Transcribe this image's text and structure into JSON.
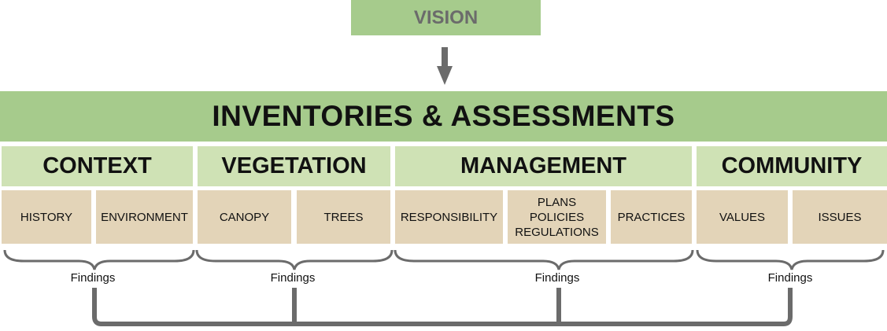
{
  "vision": "VISION",
  "title": "INVENTORIES & ASSESSMENTS",
  "categories": [
    "CONTEXT",
    "VEGETATION",
    "MANAGEMENT",
    "COMMUNITY"
  ],
  "subitems": {
    "context": [
      "HISTORY",
      "ENVIRONMENT"
    ],
    "vegetation": [
      "CANOPY",
      "TREES"
    ],
    "management": [
      "RESPONSIBILITY",
      "PLANS\nPOLICIES\nREGULATIONS",
      "PRACTICES"
    ],
    "community": [
      "VALUES",
      "ISSUES"
    ]
  },
  "findings_label": "Findings",
  "colors": {
    "dark_green": "#a6cb8c",
    "light_green": "#cfe2b5",
    "tan": "#e3d4b8",
    "connector_gray": "#6b6b6b"
  }
}
